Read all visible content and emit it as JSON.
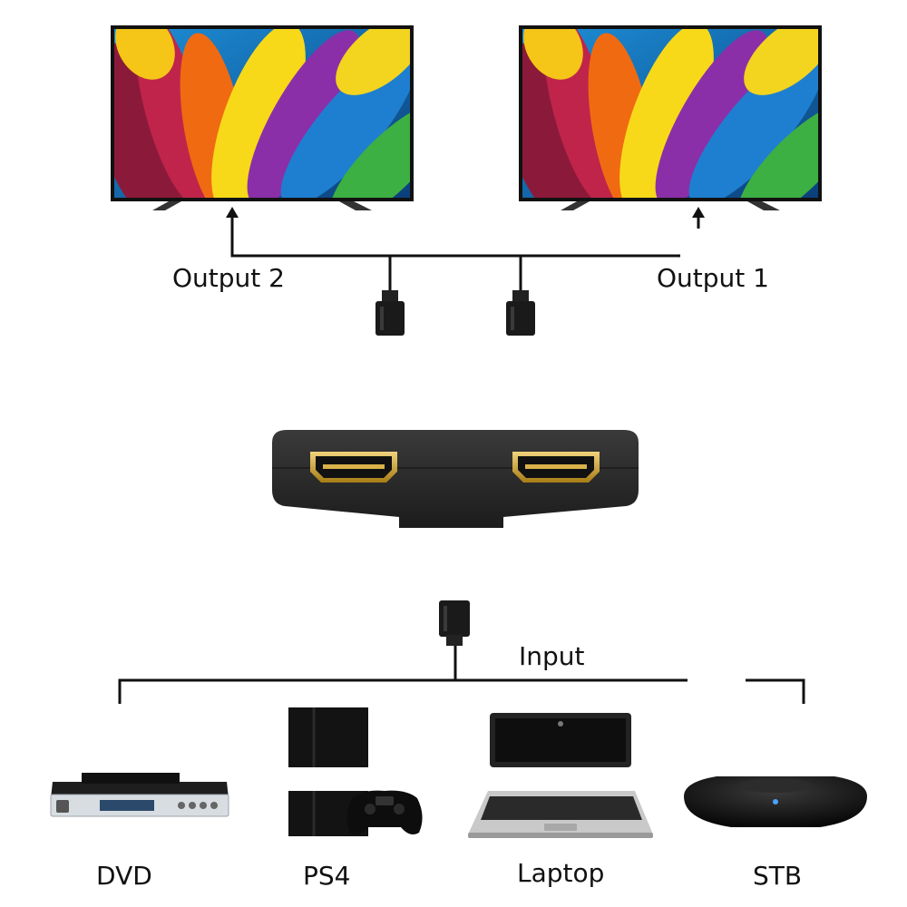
{
  "outputs": {
    "left_label": "Output 2",
    "right_label": "Output 1"
  },
  "input": {
    "label": "Input"
  },
  "devices": [
    {
      "label": "DVD",
      "icon": "dvd-player-icon"
    },
    {
      "label": "PS4",
      "icon": "ps4-console-icon"
    },
    {
      "label": "Laptop",
      "icon": "laptop-icon"
    },
    {
      "label": "STB",
      "icon": "set-top-box-icon"
    }
  ],
  "colors": {
    "line": "#111111",
    "connector_gold": "#c9a227",
    "splitter_body": "#2a2a2a",
    "stb_led": "#4aa3ff"
  }
}
